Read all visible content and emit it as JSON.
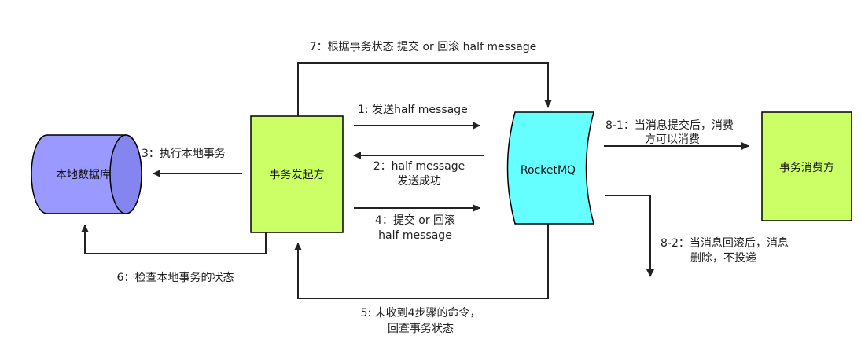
{
  "nodes": {
    "db": {
      "label": "本地数据库",
      "fill": "#9999ff",
      "top_fill": "#8585f0"
    },
    "producer": {
      "label": "事务发起方",
      "fill": "#ccff66"
    },
    "mq": {
      "label": "RocketMQ",
      "fill": "#66ffff"
    },
    "consumer": {
      "label": "事务消费方",
      "fill": "#ccff66"
    }
  },
  "edges": {
    "e1": "1:  发送half message",
    "e2": [
      "2：half message",
      "发送成功"
    ],
    "e3": "3：执行本地事务",
    "e4": [
      "4：提交 or 回滚",
      "half message"
    ],
    "e5": [
      "5: 未收到4步骤的命令，",
      "回查事务状态"
    ],
    "e6": "6：检查本地事务的状态",
    "e7": "7：根据事务状态 提交 or 回滚 half message",
    "e81": [
      "8-1：当消息提交后，消费",
      "方可以消费"
    ],
    "e82": [
      "8-2：当消息回滚后，消息",
      "删除，不投递"
    ]
  },
  "colors": {
    "line": "#222222",
    "stroke": "#000000"
  }
}
